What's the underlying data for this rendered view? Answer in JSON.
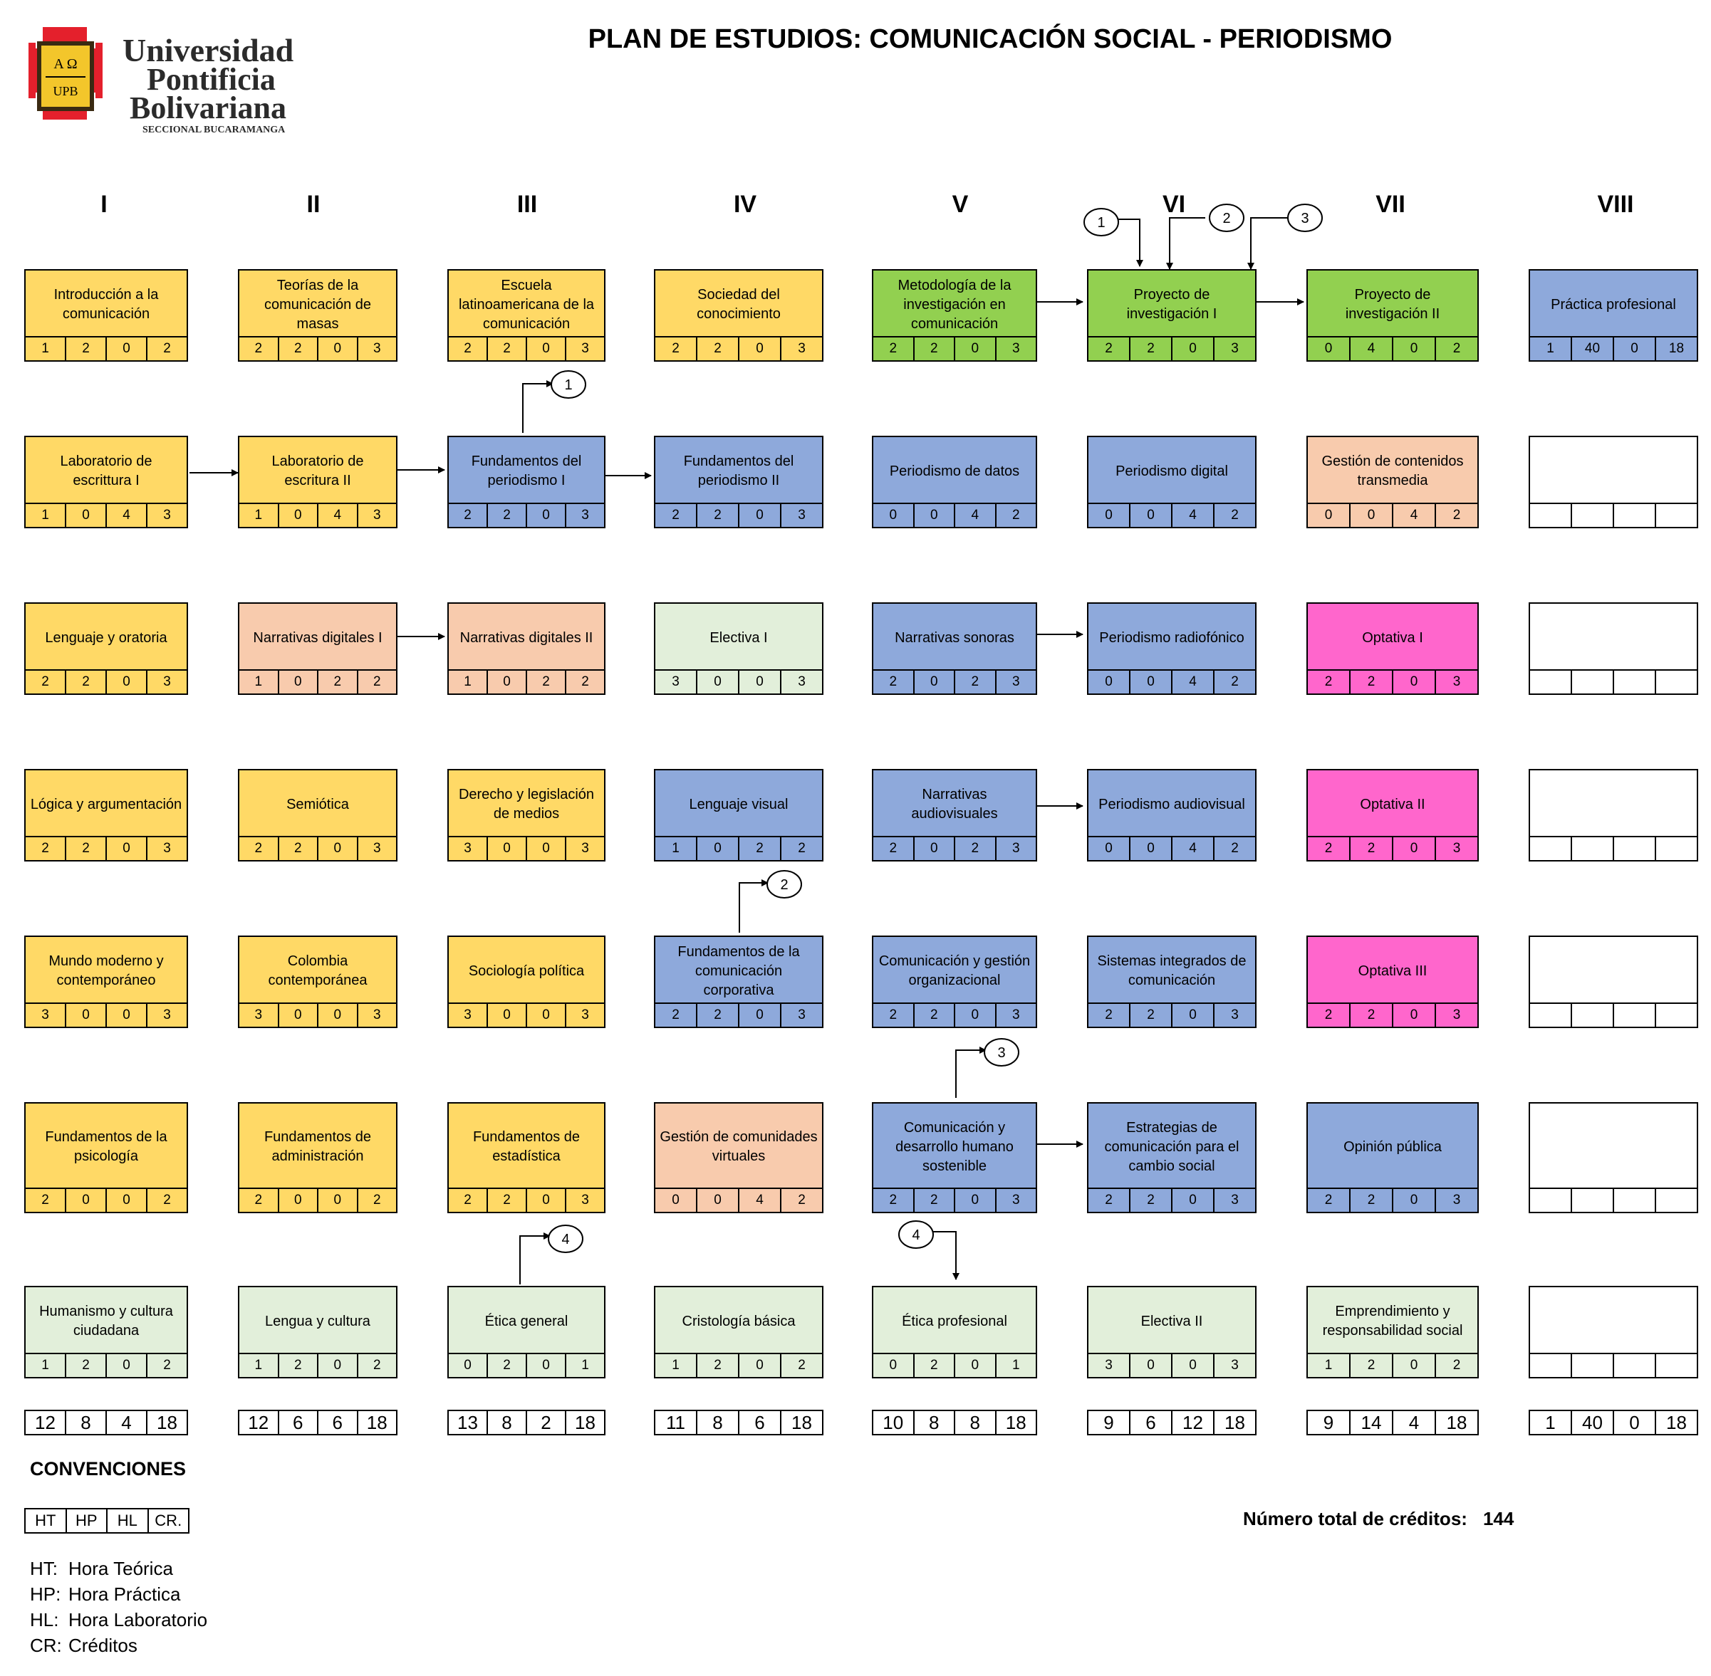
{
  "logo": {
    "line1": "Universidad",
    "line2": "Pontificia",
    "line3": "Bolivariana",
    "sub": "SECCIONAL BUCARAMANGA",
    "shield_top": "A Ω",
    "shield_bottom": "UPB"
  },
  "title": "PLAN DE ESTUDIOS: COMUNICACIÓN SOCIAL - PERIODISMO",
  "semesters": [
    "I",
    "II",
    "III",
    "IV",
    "V",
    "VI",
    "VII",
    "VIII"
  ],
  "colors": {
    "yellow": "#FFD966",
    "blue": "#8EA9DB",
    "green": "#92D050",
    "salmon": "#F8CBAD",
    "lightgreen": "#E2EFDA",
    "pink": "#FF66CC",
    "white": "#FFFFFF"
  },
  "courses": [
    {
      "col": 0,
      "row": 0,
      "name": "Introducción a la comunicación",
      "color": "yellow",
      "cells": [
        "1",
        "2",
        "0",
        "2"
      ]
    },
    {
      "col": 1,
      "row": 0,
      "name": "Teorías de la comunicación de masas",
      "color": "yellow",
      "cells": [
        "2",
        "2",
        "0",
        "3"
      ]
    },
    {
      "col": 2,
      "row": 0,
      "name": "Escuela latinoamericana de la comunicación",
      "color": "yellow",
      "cells": [
        "2",
        "2",
        "0",
        "3"
      ]
    },
    {
      "col": 3,
      "row": 0,
      "name": "Sociedad del conocimiento",
      "color": "yellow",
      "cells": [
        "2",
        "2",
        "0",
        "3"
      ]
    },
    {
      "col": 4,
      "row": 0,
      "name": "Metodología de la investigación en comunicación",
      "color": "green",
      "cells": [
        "2",
        "2",
        "0",
        "3"
      ]
    },
    {
      "col": 5,
      "row": 0,
      "name": "Proyecto de investigación I",
      "color": "green",
      "cells": [
        "2",
        "2",
        "0",
        "3"
      ]
    },
    {
      "col": 6,
      "row": 0,
      "name": "Proyecto de investigación II",
      "color": "green",
      "cells": [
        "0",
        "4",
        "0",
        "2"
      ]
    },
    {
      "col": 7,
      "row": 0,
      "name": "Práctica profesional",
      "color": "blue",
      "cells": [
        "1",
        "40",
        "0",
        "18"
      ]
    },
    {
      "col": 0,
      "row": 1,
      "name": "Laboratorio de escrittura I",
      "color": "yellow",
      "cells": [
        "1",
        "0",
        "4",
        "3"
      ]
    },
    {
      "col": 1,
      "row": 1,
      "name": "Laboratorio de escritura II",
      "color": "yellow",
      "cells": [
        "1",
        "0",
        "4",
        "3"
      ]
    },
    {
      "col": 2,
      "row": 1,
      "name": "Fundamentos del periodismo I",
      "color": "blue",
      "cells": [
        "2",
        "2",
        "0",
        "3"
      ]
    },
    {
      "col": 3,
      "row": 1,
      "name": "Fundamentos del periodismo II",
      "color": "blue",
      "cells": [
        "2",
        "2",
        "0",
        "3"
      ]
    },
    {
      "col": 4,
      "row": 1,
      "name": "Periodismo de datos",
      "color": "blue",
      "cells": [
        "0",
        "0",
        "4",
        "2"
      ]
    },
    {
      "col": 5,
      "row": 1,
      "name": "Periodismo digital",
      "color": "blue",
      "cells": [
        "0",
        "0",
        "4",
        "2"
      ]
    },
    {
      "col": 6,
      "row": 1,
      "name": "Gestión de contenidos transmedia",
      "color": "salmon",
      "cells": [
        "0",
        "0",
        "4",
        "2"
      ]
    },
    {
      "col": 7,
      "row": 1,
      "name": "",
      "color": "white",
      "cells": [
        "",
        "",
        "",
        ""
      ]
    },
    {
      "col": 0,
      "row": 2,
      "name": "Lenguaje y oratoria",
      "color": "yellow",
      "cells": [
        "2",
        "2",
        "0",
        "3"
      ]
    },
    {
      "col": 1,
      "row": 2,
      "name": "Narrativas digitales I",
      "color": "salmon",
      "cells": [
        "1",
        "0",
        "2",
        "2"
      ]
    },
    {
      "col": 2,
      "row": 2,
      "name": "Narrativas digitales II",
      "color": "salmon",
      "cells": [
        "1",
        "0",
        "2",
        "2"
      ]
    },
    {
      "col": 3,
      "row": 2,
      "name": "Electiva I",
      "color": "lightgreen",
      "cells": [
        "3",
        "0",
        "0",
        "3"
      ]
    },
    {
      "col": 4,
      "row": 2,
      "name": "Narrativas sonoras",
      "color": "blue",
      "cells": [
        "2",
        "0",
        "2",
        "3"
      ]
    },
    {
      "col": 5,
      "row": 2,
      "name": "Periodismo radiofónico",
      "color": "blue",
      "cells": [
        "0",
        "0",
        "4",
        "2"
      ]
    },
    {
      "col": 6,
      "row": 2,
      "name": "Optativa I",
      "color": "pink",
      "cells": [
        "2",
        "2",
        "0",
        "3"
      ]
    },
    {
      "col": 7,
      "row": 2,
      "name": "",
      "color": "white",
      "cells": [
        "",
        "",
        "",
        ""
      ]
    },
    {
      "col": 0,
      "row": 3,
      "name": "Lógica y argumentación",
      "color": "yellow",
      "cells": [
        "2",
        "2",
        "0",
        "3"
      ]
    },
    {
      "col": 1,
      "row": 3,
      "name": "Semiótica",
      "color": "yellow",
      "cells": [
        "2",
        "2",
        "0",
        "3"
      ]
    },
    {
      "col": 2,
      "row": 3,
      "name": "Derecho y legislación de medios",
      "color": "yellow",
      "cells": [
        "3",
        "0",
        "0",
        "3"
      ]
    },
    {
      "col": 3,
      "row": 3,
      "name": "Lenguaje visual",
      "color": "blue",
      "cells": [
        "1",
        "0",
        "2",
        "2"
      ]
    },
    {
      "col": 4,
      "row": 3,
      "name": "Narrativas audiovisuales",
      "color": "blue",
      "cells": [
        "2",
        "0",
        "2",
        "3"
      ]
    },
    {
      "col": 5,
      "row": 3,
      "name": "Periodismo audiovisual",
      "color": "blue",
      "cells": [
        "0",
        "0",
        "4",
        "2"
      ]
    },
    {
      "col": 6,
      "row": 3,
      "name": "Optativa II",
      "color": "pink",
      "cells": [
        "2",
        "2",
        "0",
        "3"
      ]
    },
    {
      "col": 7,
      "row": 3,
      "name": "",
      "color": "white",
      "cells": [
        "",
        "",
        "",
        ""
      ]
    },
    {
      "col": 0,
      "row": 4,
      "name": "Mundo moderno y contemporáneo",
      "color": "yellow",
      "cells": [
        "3",
        "0",
        "0",
        "3"
      ]
    },
    {
      "col": 1,
      "row": 4,
      "name": "Colombia contemporánea",
      "color": "yellow",
      "cells": [
        "3",
        "0",
        "0",
        "3"
      ]
    },
    {
      "col": 2,
      "row": 4,
      "name": "Sociología política",
      "color": "yellow",
      "cells": [
        "3",
        "0",
        "0",
        "3"
      ]
    },
    {
      "col": 3,
      "row": 4,
      "name": "Fundamentos de la comunicación corporativa",
      "color": "blue",
      "cells": [
        "2",
        "2",
        "0",
        "3"
      ]
    },
    {
      "col": 4,
      "row": 4,
      "name": "Comunicación y gestión organizacional",
      "color": "blue",
      "cells": [
        "2",
        "2",
        "0",
        "3"
      ]
    },
    {
      "col": 5,
      "row": 4,
      "name": "Sistemas integrados de comunicación",
      "color": "blue",
      "cells": [
        "2",
        "2",
        "0",
        "3"
      ]
    },
    {
      "col": 6,
      "row": 4,
      "name": "Optativa III",
      "color": "pink",
      "cells": [
        "2",
        "2",
        "0",
        "3"
      ]
    },
    {
      "col": 7,
      "row": 4,
      "name": "",
      "color": "white",
      "cells": [
        "",
        "",
        "",
        ""
      ]
    },
    {
      "col": 0,
      "row": 5,
      "name": "Fundamentos de la psicología",
      "color": "yellow",
      "cells": [
        "2",
        "0",
        "0",
        "2"
      ]
    },
    {
      "col": 1,
      "row": 5,
      "name": "Fundamentos de administración",
      "color": "yellow",
      "cells": [
        "2",
        "0",
        "0",
        "2"
      ]
    },
    {
      "col": 2,
      "row": 5,
      "name": "Fundamentos de estadística",
      "color": "yellow",
      "cells": [
        "2",
        "2",
        "0",
        "3"
      ]
    },
    {
      "col": 3,
      "row": 5,
      "name": "Gestión de comunidades virtuales",
      "color": "salmon",
      "cells": [
        "0",
        "0",
        "4",
        "2"
      ]
    },
    {
      "col": 4,
      "row": 5,
      "name": "Comunicación y desarrollo humano sostenible",
      "color": "blue",
      "cells": [
        "2",
        "2",
        "0",
        "3"
      ]
    },
    {
      "col": 5,
      "row": 5,
      "name": "Estrategias de comunicación para el cambio social",
      "color": "blue",
      "cells": [
        "2",
        "2",
        "0",
        "3"
      ]
    },
    {
      "col": 6,
      "row": 5,
      "name": "Opinión pública",
      "color": "blue",
      "cells": [
        "2",
        "2",
        "0",
        "3"
      ]
    },
    {
      "col": 7,
      "row": 5,
      "name": "",
      "color": "white",
      "cells": [
        "",
        "",
        "",
        ""
      ]
    },
    {
      "col": 0,
      "row": 6,
      "name": "Humanismo y cultura ciudadana",
      "color": "lightgreen",
      "cells": [
        "1",
        "2",
        "0",
        "2"
      ]
    },
    {
      "col": 1,
      "row": 6,
      "name": "Lengua y cultura",
      "color": "lightgreen",
      "cells": [
        "1",
        "2",
        "0",
        "2"
      ]
    },
    {
      "col": 2,
      "row": 6,
      "name": "Ética general",
      "color": "lightgreen",
      "cells": [
        "0",
        "2",
        "0",
        "1"
      ]
    },
    {
      "col": 3,
      "row": 6,
      "name": "Cristología básica",
      "color": "lightgreen",
      "cells": [
        "1",
        "2",
        "0",
        "2"
      ]
    },
    {
      "col": 4,
      "row": 6,
      "name": "Ética profesional",
      "color": "lightgreen",
      "cells": [
        "0",
        "2",
        "0",
        "1"
      ]
    },
    {
      "col": 5,
      "row": 6,
      "name": "Electiva II",
      "color": "lightgreen",
      "cells": [
        "3",
        "0",
        "0",
        "3"
      ]
    },
    {
      "col": 6,
      "row": 6,
      "name": "Emprendimiento y responsabilidad social",
      "color": "lightgreen",
      "cells": [
        "1",
        "2",
        "0",
        "2"
      ]
    },
    {
      "col": 7,
      "row": 6,
      "name": "",
      "color": "white",
      "cells": [
        "",
        "",
        "",
        ""
      ]
    }
  ],
  "totals": [
    [
      "12",
      "8",
      "4",
      "18"
    ],
    [
      "12",
      "6",
      "6",
      "18"
    ],
    [
      "13",
      "8",
      "2",
      "18"
    ],
    [
      "11",
      "8",
      "6",
      "18"
    ],
    [
      "10",
      "8",
      "8",
      "18"
    ],
    [
      "9",
      "6",
      "12",
      "18"
    ],
    [
      "9",
      "14",
      "4",
      "18"
    ],
    [
      "1",
      "40",
      "0",
      "18"
    ]
  ],
  "badges": [
    "1",
    "2",
    "3",
    "1",
    "2",
    "3",
    "4",
    "4"
  ],
  "conventions": {
    "title": "CONVENCIONES",
    "headers": [
      "HT",
      "HP",
      "HL",
      "CR."
    ],
    "legend": [
      {
        "abbr": "HT:",
        "text": "Hora Teórica"
      },
      {
        "abbr": "HP:",
        "text": "Hora Práctica"
      },
      {
        "abbr": "HL:",
        "text": "Hora Laboratorio"
      },
      {
        "abbr": "CR:",
        "text": "Créditos"
      }
    ]
  },
  "total_credits": {
    "label": "Número total de créditos:",
    "value": "144"
  }
}
